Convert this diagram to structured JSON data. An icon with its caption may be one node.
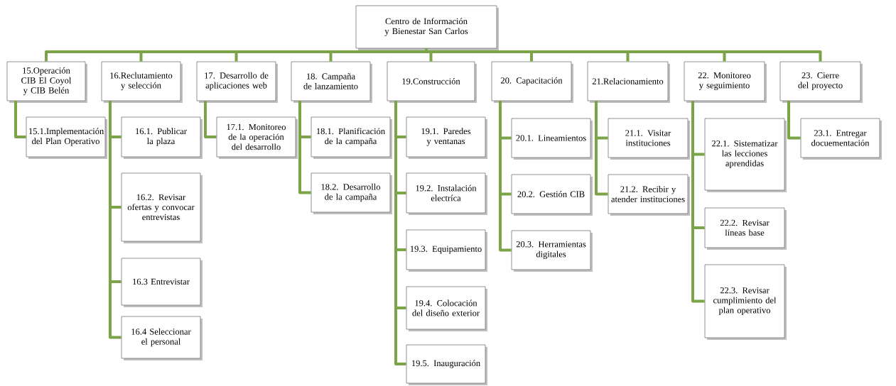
{
  "diagram": {
    "nodes": [
      {
        "text": [
          "Centro de Información y Bienestar San Carlos"
        ]
      },
      {
        "text": [
          "15.Operación CIB El Coyol y CIB Belén"
        ]
      },
      {
        "text": [
          "16.Reclutamiento y selección"
        ]
      },
      {
        "text": [
          "17. Desarrollo de aplicaciones web"
        ]
      },
      {
        "text": [
          "18. Campaña de lanzamiento"
        ]
      },
      {
        "text": [
          "19.Construcción"
        ]
      },
      {
        "text": [
          "20. Capacitación"
        ]
      },
      {
        "text": [
          "21.Relacionamiento"
        ]
      },
      {
        "text": [
          "22. Monitoreo y seguimiento"
        ]
      },
      {
        "text": [
          "23. Cierre del proyecto"
        ]
      },
      {
        "text": [
          "15.1.Implementación del Plan Operativo"
        ]
      },
      {
        "text": [
          "16.1. Publicar la plaza"
        ]
      },
      {
        "text": [
          "16.2. Revisar ofertas y convocar entrevistas"
        ]
      },
      {
        "text": [
          "16.3 Entrevistar"
        ]
      },
      {
        "text": [
          "16.4 Seleccionar el personal"
        ]
      },
      {
        "text": [
          "17.1. Monitoreo de la operación del desarrollo"
        ]
      },
      {
        "text": [
          "18.1. Planificación de la campaña"
        ]
      },
      {
        "text": [
          "18.2. Desarrollo de la campaña"
        ]
      },
      {
        "text": [
          "19.1. Paredes y ventanas"
        ]
      },
      {
        "text": [
          "19.2. Instalación electríca"
        ]
      },
      {
        "text": [
          "19.3. Equipamiento"
        ]
      },
      {
        "text": [
          "19.4. Colocación del diseño exterior"
        ]
      },
      {
        "text": [
          "19.5. Inauguración"
        ]
      },
      {
        "text": [
          "20.1. Lineamientos"
        ]
      },
      {
        "text": [
          "20.2. Gestión CIB"
        ]
      },
      {
        "text": [
          "20.3. Herramientas digitales"
        ]
      },
      {
        "text": [
          "21.1. Visitar instituciones"
        ]
      },
      {
        "text": [
          "21.2. Recibir y atender instituciones"
        ]
      },
      {
        "text": [
          "22.1. Sistematizar las lecciones aprendidas"
        ]
      },
      {
        "text": [
          "22.2. Revisar líneas base"
        ]
      },
      {
        "text": [
          "22.3. Revisar cumplimiento del plan operativo"
        ]
      },
      {
        "text": [
          "23.1. Entregar docuementación"
        ]
      }
    ],
    "edges": [
      {
        "from": 0,
        "to": 1,
        "arrow": "none"
      },
      {
        "from": 0,
        "to": 2,
        "arrow": "none"
      },
      {
        "from": 0,
        "to": 3,
        "arrow": "none"
      },
      {
        "from": 0,
        "to": 4,
        "arrow": "none"
      },
      {
        "from": 0,
        "to": 5,
        "arrow": "none"
      },
      {
        "from": 0,
        "to": 6,
        "arrow": "none"
      },
      {
        "from": 0,
        "to": 7,
        "arrow": "none"
      },
      {
        "from": 0,
        "to": 8,
        "arrow": "none"
      },
      {
        "from": 0,
        "to": 9,
        "arrow": "none"
      },
      {
        "from": 1,
        "to": 10,
        "arrow": "none"
      },
      {
        "from": 2,
        "to": 11,
        "arrow": "none"
      },
      {
        "from": 2,
        "to": 12,
        "arrow": "none"
      },
      {
        "from": 2,
        "to": 13,
        "arrow": "none"
      },
      {
        "from": 2,
        "to": 14,
        "arrow": "none"
      },
      {
        "from": 3,
        "to": 15,
        "arrow": "none"
      },
      {
        "from": 4,
        "to": 16,
        "arrow": "none"
      },
      {
        "from": 4,
        "to": 17,
        "arrow": "none"
      },
      {
        "from": 5,
        "to": 18,
        "arrow": "none"
      },
      {
        "from": 5,
        "to": 19,
        "arrow": "none"
      },
      {
        "from": 5,
        "to": 20,
        "arrow": "none"
      },
      {
        "from": 5,
        "to": 21,
        "arrow": "none"
      },
      {
        "from": 5,
        "to": 22,
        "arrow": "none"
      },
      {
        "from": 6,
        "to": 23,
        "arrow": "none"
      },
      {
        "from": 6,
        "to": 24,
        "arrow": "none"
      },
      {
        "from": 6,
        "to": 25,
        "arrow": "none"
      },
      {
        "from": 7,
        "to": 26,
        "arrow": "none"
      },
      {
        "from": 7,
        "to": 27,
        "arrow": "none"
      },
      {
        "from": 8,
        "to": 28,
        "arrow": "none"
      },
      {
        "from": 8,
        "to": 29,
        "arrow": "none"
      },
      {
        "from": 8,
        "to": 30,
        "arrow": "none"
      },
      {
        "from": 9,
        "to": 31,
        "arrow": "none"
      }
    ]
  }
}
